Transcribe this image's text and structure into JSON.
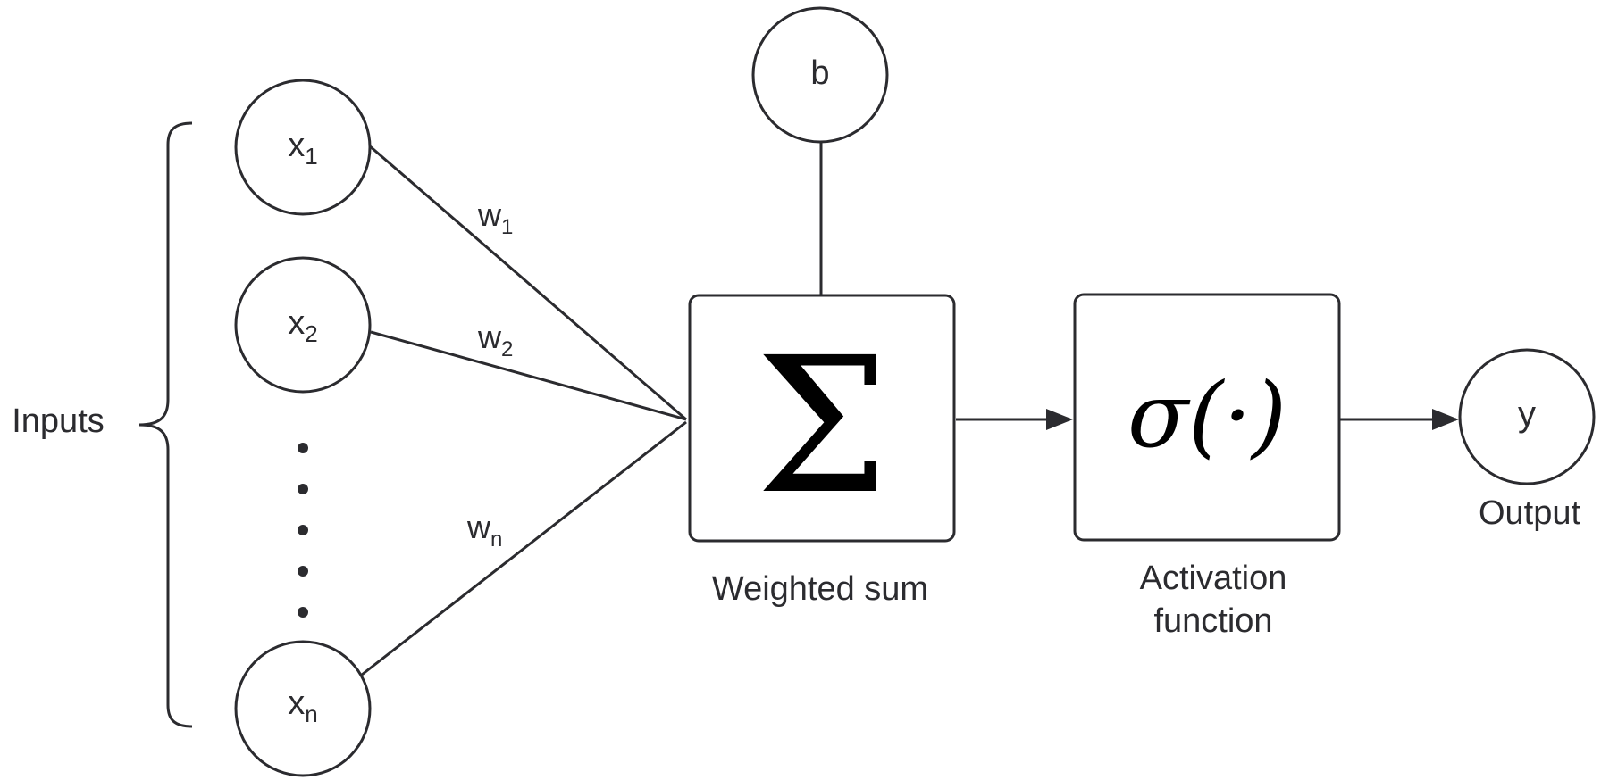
{
  "inputs_label": "Inputs",
  "inputs": [
    {
      "base": "x",
      "sub": "1"
    },
    {
      "base": "x",
      "sub": "2"
    },
    {
      "base": "x",
      "sub": "n"
    }
  ],
  "weights": [
    {
      "base": "w",
      "sub": "1"
    },
    {
      "base": "w",
      "sub": "2"
    },
    {
      "base": "w",
      "sub": "n"
    }
  ],
  "bias": "b",
  "sum_symbol": "Σ",
  "sum_label": "Weighted sum",
  "activation_symbol": "σ(·)",
  "activation_label_line1": "Activation",
  "activation_label_line2": "function",
  "output_symbol": "y",
  "output_label": "Output",
  "colors": {
    "stroke": "#2b2b2f",
    "background": "#ffffff"
  }
}
